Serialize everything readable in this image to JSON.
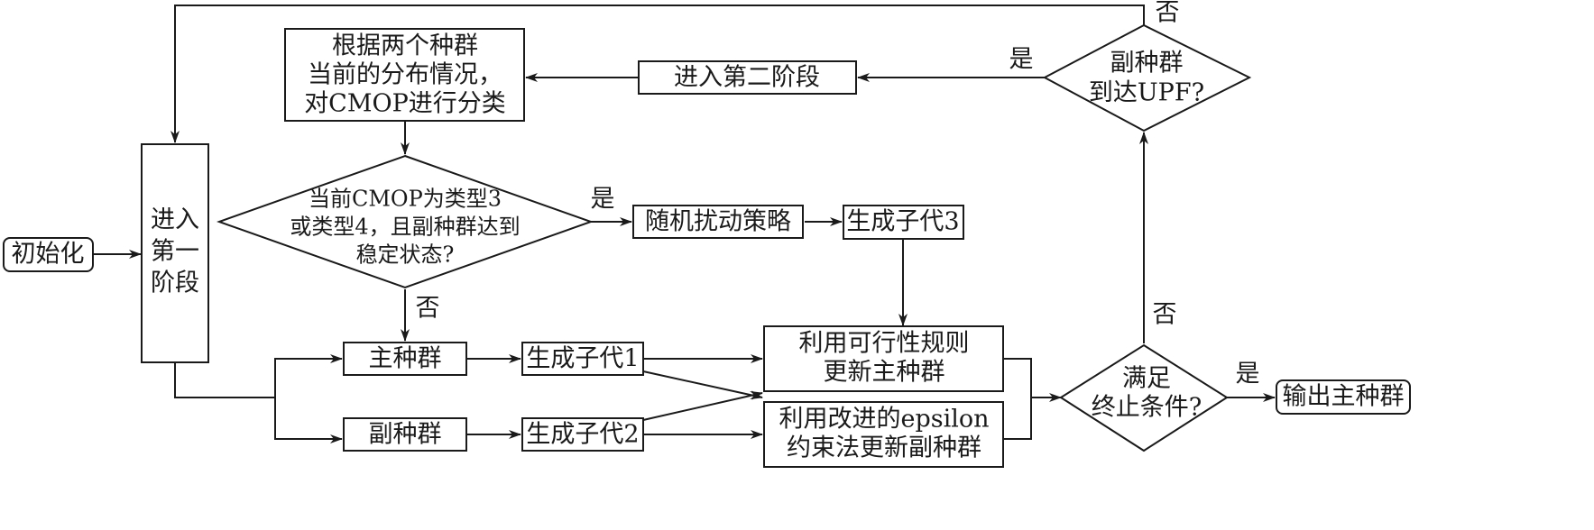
{
  "nodes": {
    "init": {
      "label": "初始化"
    },
    "stage1": {
      "lines": [
        "进入",
        "第一",
        "阶段"
      ]
    },
    "classify": {
      "lines": [
        "根据两个种群",
        "当前的分布情况，",
        "对CMOP进行分类"
      ]
    },
    "stage2": {
      "label": "进入第二阶段"
    },
    "upf_check": {
      "lines": [
        "副种群",
        "到达UPF?"
      ]
    },
    "type_check": {
      "lines": [
        "当前CMOP为类型3",
        "或类型4，且副种群达到",
        "稳定状态?"
      ]
    },
    "random_perturb": {
      "label": "随机扰动策略"
    },
    "offspring3": {
      "label": "生成子代3"
    },
    "main_pop": {
      "label": "主种群"
    },
    "aux_pop": {
      "label": "副种群"
    },
    "offspring1": {
      "label": "生成子代1"
    },
    "offspring2": {
      "label": "生成子代2"
    },
    "update_main": {
      "lines": [
        "利用可行性规则",
        "更新主种群"
      ]
    },
    "update_aux": {
      "lines": [
        "利用改进的epsilon",
        "约束法更新副种群"
      ]
    },
    "terminate_check": {
      "lines": [
        "满足",
        "终止条件?"
      ]
    },
    "output": {
      "label": "输出主种群"
    }
  },
  "edge_labels": {
    "upf_no": "否",
    "upf_yes": "是",
    "type_yes": "是",
    "type_no": "否",
    "term_no": "否",
    "term_yes": "是"
  }
}
